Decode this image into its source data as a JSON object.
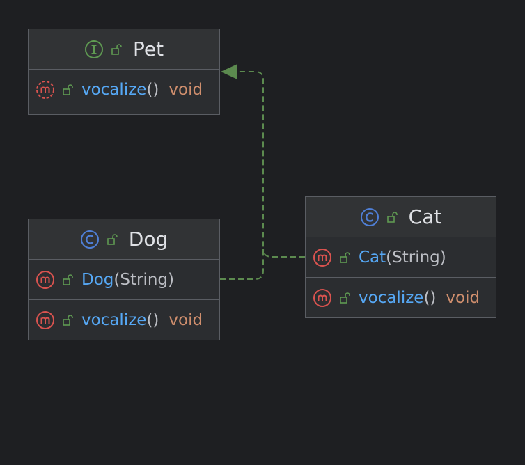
{
  "colors": {
    "background": "#1e1f22",
    "method_name": "#56a8f5",
    "return_type": "#cf8e6d",
    "arrow": "#5c8a4f"
  },
  "classes": {
    "pet": {
      "kind_icon": "interface-icon",
      "name": "Pet",
      "members": [
        {
          "icon": "method-abstract-icon",
          "name": "vocalize",
          "params": "()",
          "returns": "void"
        }
      ]
    },
    "dog": {
      "kind_icon": "class-icon",
      "name": "Dog",
      "members": [
        {
          "icon": "method-icon",
          "name": "Dog",
          "params": "(String)",
          "returns": ""
        },
        {
          "icon": "method-icon",
          "name": "vocalize",
          "params": "()",
          "returns": "void"
        }
      ]
    },
    "cat": {
      "kind_icon": "class-icon",
      "name": "Cat",
      "members": [
        {
          "icon": "method-icon",
          "name": "Cat",
          "params": "(String)",
          "returns": ""
        },
        {
          "icon": "method-icon",
          "name": "vocalize",
          "params": "()",
          "returns": "void"
        }
      ]
    }
  },
  "relations": [
    {
      "from": "Dog",
      "to": "Pet",
      "type": "implements"
    },
    {
      "from": "Cat",
      "to": "Pet",
      "type": "implements"
    }
  ]
}
